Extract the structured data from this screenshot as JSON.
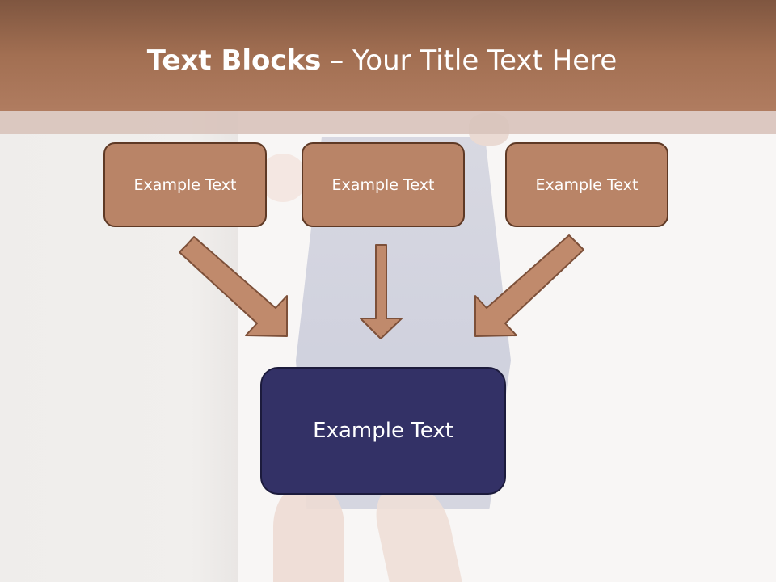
{
  "slide": {
    "title_bold": "Text Blocks",
    "title_separator": " – ",
    "title_rest": "Your Title Text Here"
  },
  "blocks": {
    "top": [
      "Example Text",
      "Example Text",
      "Example Text"
    ],
    "bottom": "Example Text"
  },
  "colors": {
    "header": "#a26f52",
    "box_fill": "#b98467",
    "box_border": "#5e3925",
    "bottom_fill": "#333166",
    "arrow_fill": "#c08a6c"
  }
}
